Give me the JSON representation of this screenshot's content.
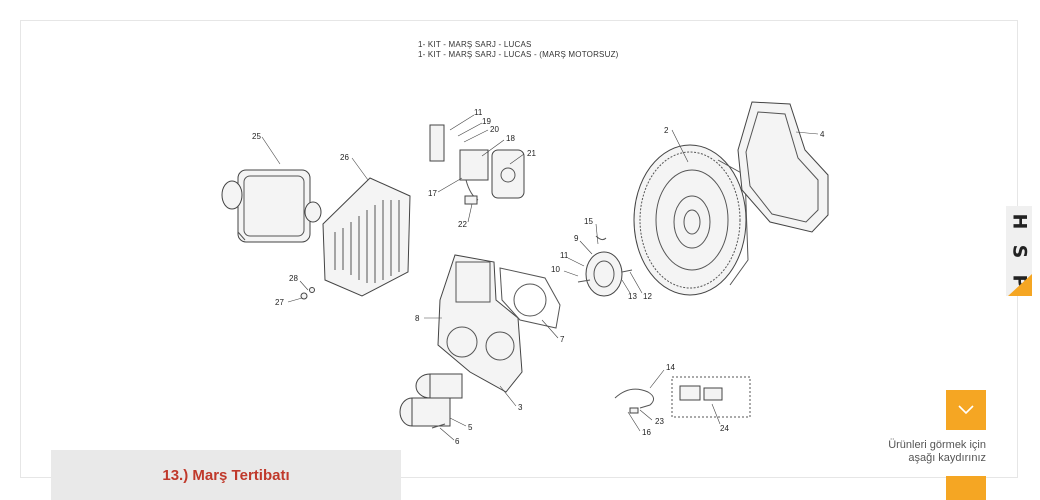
{
  "diagram": {
    "kit_lines": [
      "1- KIT - MARŞ SARJ - LUCAS",
      "1- KIT - MARŞ SARJ - LUCAS - (MARŞ MOTORSUZ)"
    ],
    "part_numbers": [
      "25",
      "26",
      "11",
      "19",
      "20",
      "18",
      "21",
      "17",
      "22",
      "2",
      "4",
      "15",
      "9",
      "11",
      "10",
      "13",
      "12",
      "28",
      "27",
      "8",
      "7",
      "14",
      "23",
      "16",
      "24",
      "5",
      "6",
      "3"
    ]
  },
  "side_logo": {
    "letters": [
      "H",
      "S",
      "P"
    ]
  },
  "scroll": {
    "hint_line1": "Ürünleri görmek için",
    "hint_line2": "aşağı kaydırınız"
  },
  "caption": {
    "title": "13.) Marş Tertibatı"
  },
  "colors": {
    "accent": "#f5a623",
    "caption_text": "#c0392b",
    "caption_bg": "#e9e9e9"
  }
}
